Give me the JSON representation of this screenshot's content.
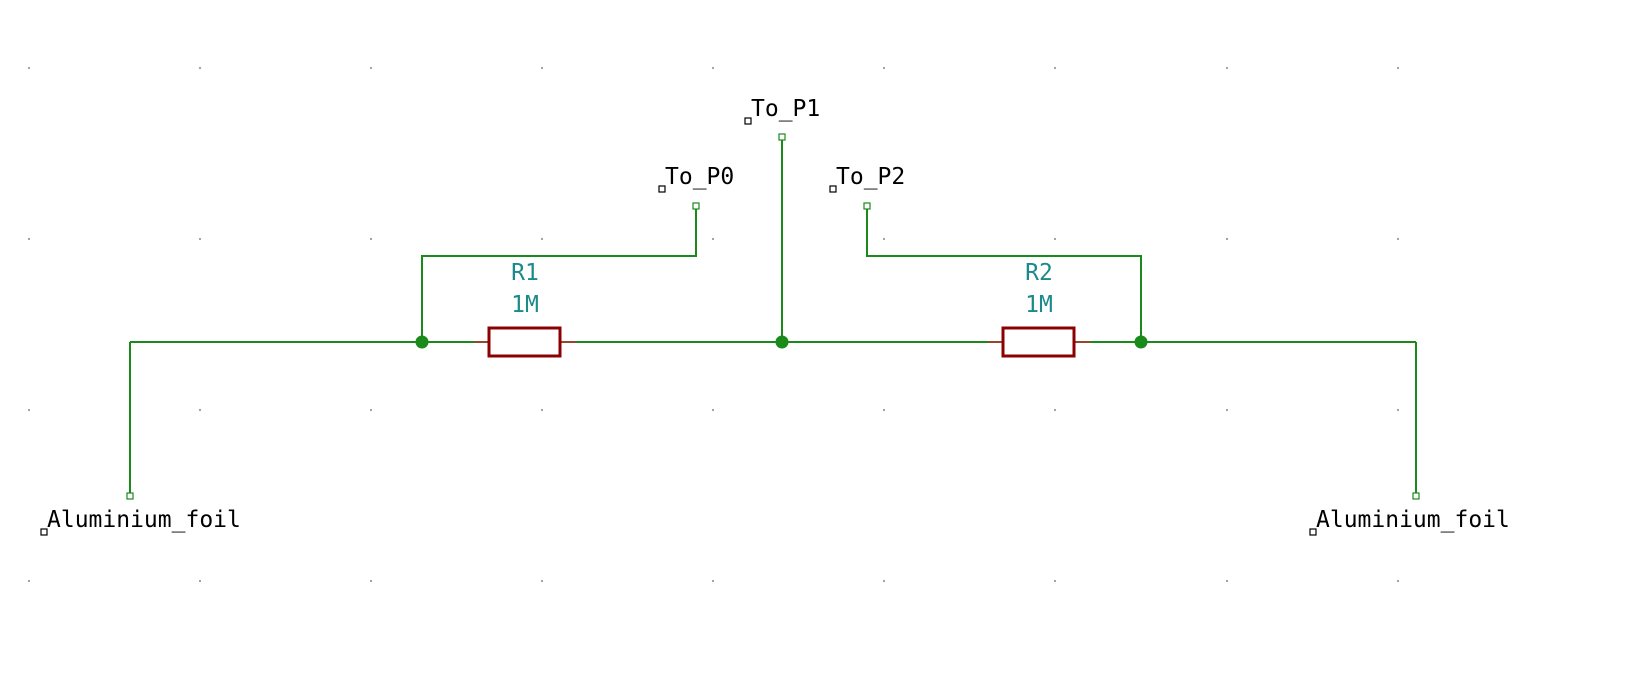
{
  "components": [
    {
      "ref": "R1",
      "value": "1M"
    },
    {
      "ref": "R2",
      "value": "1M"
    }
  ],
  "net_labels": {
    "left_foil": "Aluminium_foil",
    "right_foil": "Aluminium_foil",
    "p0": "To_P0",
    "p1": "To_P1",
    "p2": "To_P2"
  },
  "colors": {
    "wire": "#1a8a1a",
    "component_body": "#8b0000",
    "reference_text": "#1a8a8a",
    "label_text": "#000000",
    "background": "#ffffff"
  }
}
